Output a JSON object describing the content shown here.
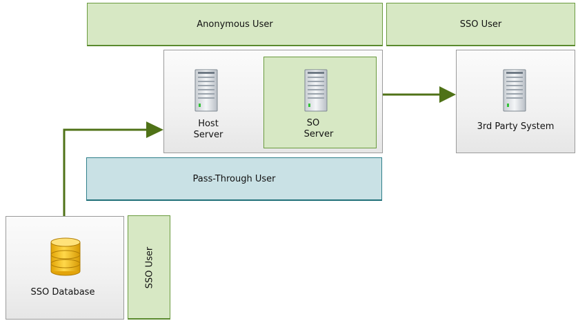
{
  "nodes": {
    "anonymous_user": {
      "label": "Anonymous User"
    },
    "sso_user_top": {
      "label": "SSO User"
    },
    "host_server": {
      "label_line1": "Host",
      "label_line2": "Server"
    },
    "so_server": {
      "label_line1": "SO",
      "label_line2": "Server"
    },
    "third_party": {
      "label": "3rd Party System"
    },
    "pass_through_user": {
      "label": "Pass-Through User"
    },
    "sso_database": {
      "label": "SSO Database"
    },
    "sso_user_side": {
      "label": "SSO User"
    }
  },
  "colors": {
    "user_fill": "#d7e8c4",
    "user_border": "#6a9a3e",
    "passthrough_fill": "#c9e1e5",
    "passthrough_border": "#2f7f8a",
    "arrow": "#4f7217",
    "system_border": "#9a9a9a",
    "database": "#f0c21b"
  },
  "icons": {
    "server": "server-icon",
    "database": "database-icon"
  },
  "edges": [
    {
      "from": "SSO Database",
      "to": "Host Server"
    },
    {
      "from": "SO Server",
      "to": "3rd Party System"
    }
  ]
}
